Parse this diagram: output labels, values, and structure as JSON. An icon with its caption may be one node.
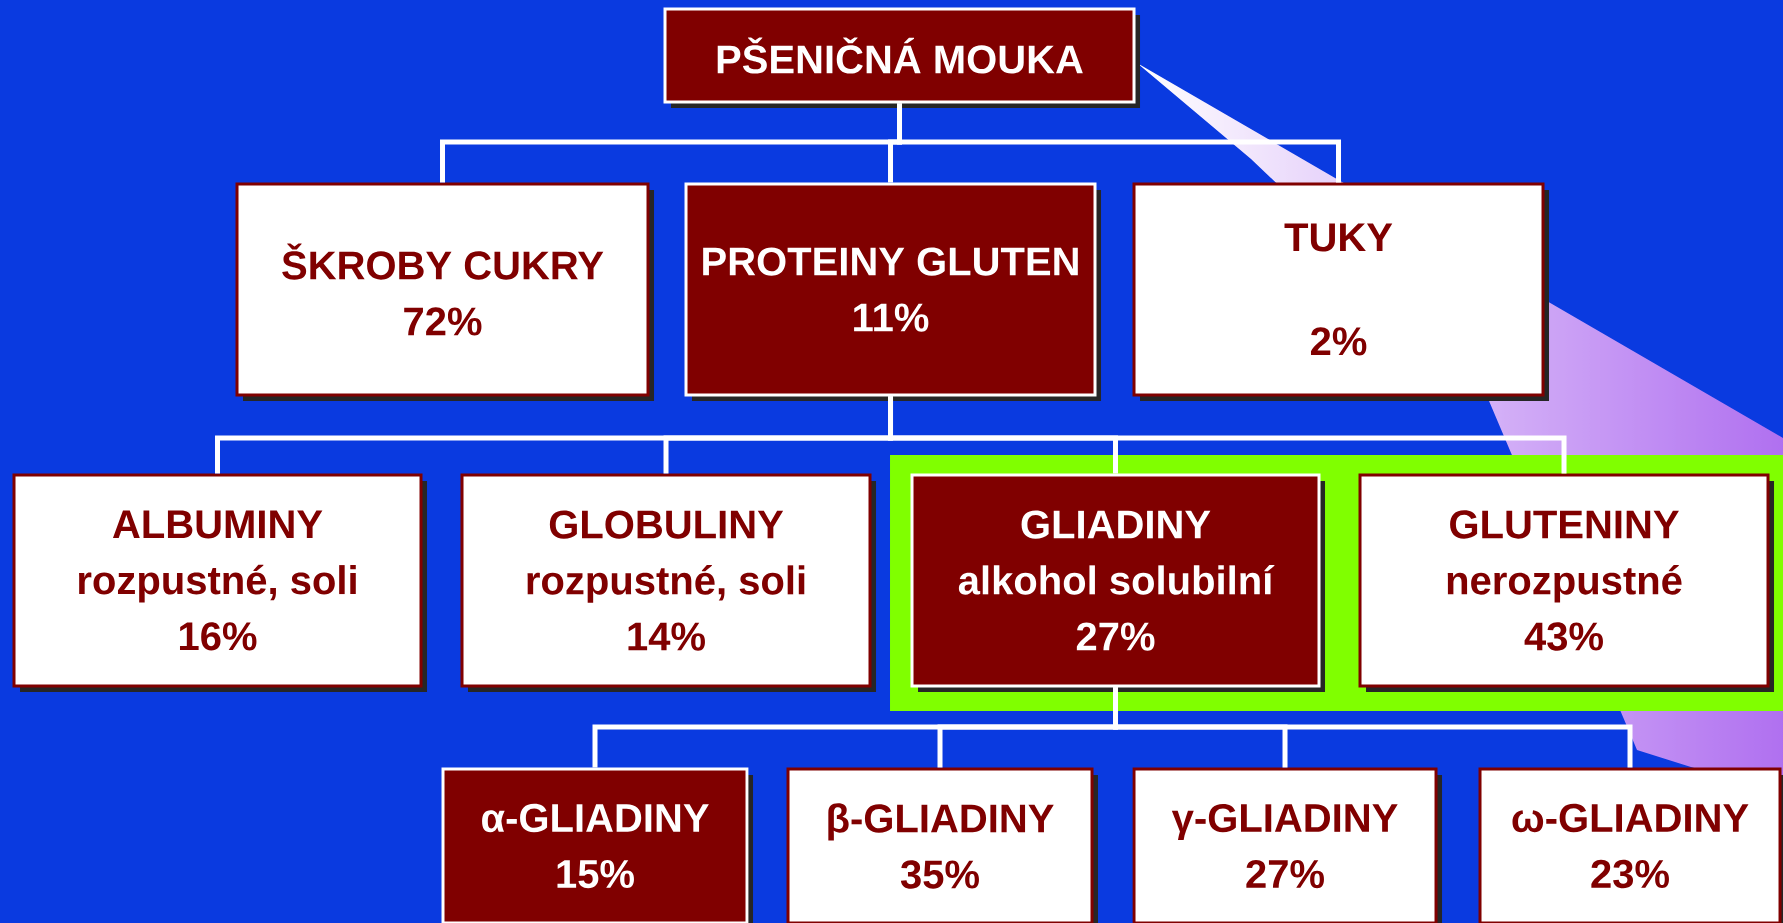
{
  "diagram": {
    "nodes": [
      {
        "text": [
          "PŠENIČNÁ MOUKA"
        ]
      },
      {
        "text": [
          "ŠKROBY CUKRY",
          "72%"
        ]
      },
      {
        "text": [
          "PROTEINY GLUTEN",
          "11%"
        ]
      },
      {
        "text": [
          "TUKY",
          "2%"
        ]
      },
      {
        "text": [
          "ALBUMINY",
          "rozpustné, soli",
          "16%"
        ]
      },
      {
        "text": [
          "GLOBULINY",
          "rozpustné, soli",
          "14%"
        ]
      },
      {
        "text": [
          "GLIADINY",
          "alkohol solubilní",
          "27%"
        ]
      },
      {
        "text": [
          "GLUTENINY",
          "nerozpustné",
          "43%"
        ]
      },
      {
        "text": [
          "α-GLIADINY",
          "15%"
        ]
      },
      {
        "text": [
          "β-GLIADINY",
          "35%"
        ]
      },
      {
        "text": [
          "γ-GLIADINY",
          "27%"
        ]
      },
      {
        "text": [
          "ω-GLIADINY",
          "23%"
        ]
      }
    ],
    "edges": [
      {
        "from": 0,
        "to": 1,
        "arrow": "none"
      },
      {
        "from": 0,
        "to": 2,
        "arrow": "none"
      },
      {
        "from": 0,
        "to": 3,
        "arrow": "none"
      },
      {
        "from": 2,
        "to": 4,
        "arrow": "none"
      },
      {
        "from": 2,
        "to": 5,
        "arrow": "none"
      },
      {
        "from": 2,
        "to": 6,
        "arrow": "none"
      },
      {
        "from": 2,
        "to": 7,
        "arrow": "none"
      },
      {
        "from": 6,
        "to": 8,
        "arrow": "none"
      },
      {
        "from": 6,
        "to": 9,
        "arrow": "none"
      },
      {
        "from": 6,
        "to": 10,
        "arrow": "none"
      },
      {
        "from": 6,
        "to": 11,
        "arrow": "none"
      }
    ]
  }
}
